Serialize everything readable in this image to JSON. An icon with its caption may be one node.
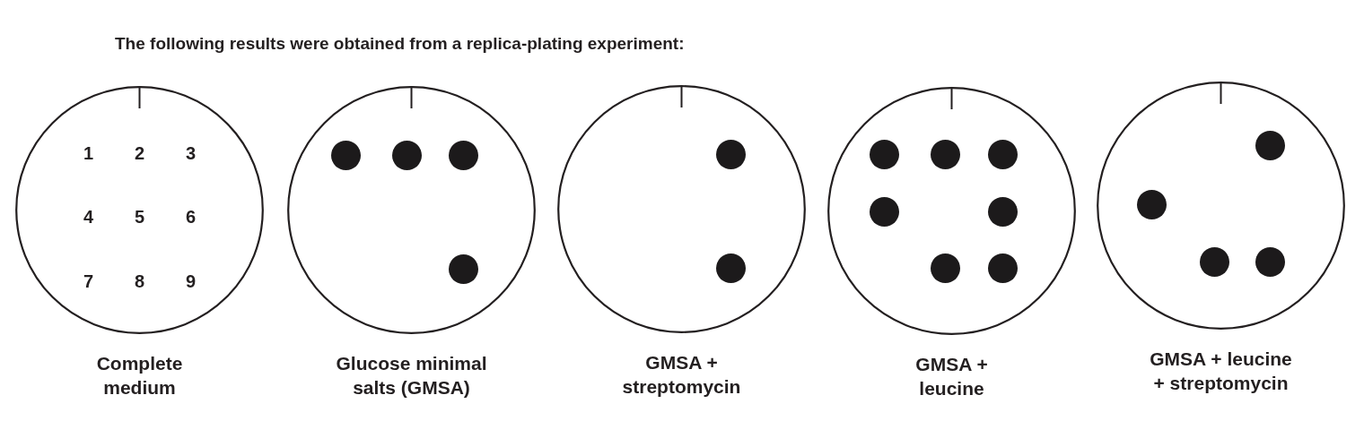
{
  "diagram": {
    "title": "The following results were obtained from a replica-plating experiment:",
    "nodes": [
      {
        "text": [
          "1",
          "2",
          "3",
          "4",
          "5",
          "6",
          "7",
          "8",
          "9",
          "Complete medium"
        ]
      },
      {
        "text": [
          "Glucose minimal salts (GMSA)"
        ]
      },
      {
        "text": [],
        "shape": "circle",
        "in": 1
      },
      {
        "text": [],
        "shape": "circle",
        "in": 1
      },
      {
        "text": [],
        "shape": "circle",
        "in": 1
      },
      {
        "text": [],
        "shape": "circle",
        "in": 1
      },
      {
        "text": [
          "GMSA + streptomycin"
        ]
      },
      {
        "text": [],
        "shape": "circle",
        "in": 6
      },
      {
        "text": [],
        "shape": "circle",
        "in": 6
      },
      {
        "text": [
          "GMSA + leucine"
        ]
      },
      {
        "text": [],
        "shape": "circle",
        "in": 9
      },
      {
        "text": [],
        "shape": "circle",
        "in": 9
      },
      {
        "text": [],
        "shape": "circle",
        "in": 9
      },
      {
        "text": [],
        "shape": "circle",
        "in": 9
      },
      {
        "text": [],
        "shape": "circle",
        "in": 9
      },
      {
        "text": [],
        "shape": "circle",
        "in": 9
      },
      {
        "text": [],
        "shape": "circle",
        "in": 9
      },
      {
        "text": [
          "GMSA + leucine + streptomycin"
        ]
      },
      {
        "text": [],
        "shape": "circle",
        "in": 17
      },
      {
        "text": [],
        "shape": "circle",
        "in": 17
      },
      {
        "text": [],
        "shape": "circle",
        "in": 17
      },
      {
        "text": [],
        "shape": "circle",
        "in": 17
      }
    ],
    "edges": []
  }
}
